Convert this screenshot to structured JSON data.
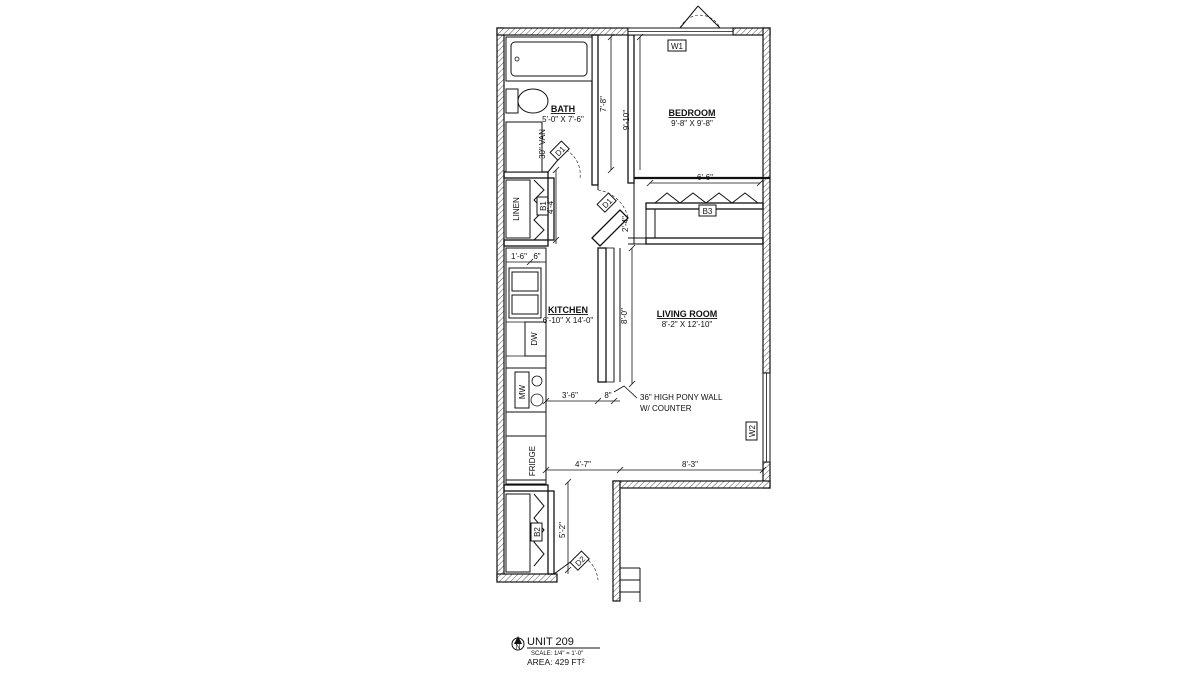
{
  "rooms": {
    "bath": {
      "label": "BATH",
      "size": "5'-0\" X 7'-6\""
    },
    "bedroom": {
      "label": "BEDROOM",
      "size": "9'-8\" X 9'-8\""
    },
    "kitchen": {
      "label": "KITCHEN",
      "size": "6'-10\" X 14'-0\""
    },
    "living": {
      "label": "LIVING ROOM",
      "size": "8'-2\" X 12'-10\""
    }
  },
  "fixtures": {
    "linen": "LINEN",
    "vanity": "30\" VAN",
    "dishwasher": "DW",
    "microwave": "MW",
    "fridge": "FRIDGE"
  },
  "tags": {
    "w1": "W1",
    "w2": "W2",
    "d1a": "D1",
    "d1b": "D1",
    "d2": "D2",
    "b1": "B1",
    "b2": "B2",
    "b3": "B3"
  },
  "dimensions": {
    "bath_height": "7'-8\"",
    "bedroom_height": "9'-10\"",
    "closet_width": "6'-6\"",
    "hall_gap": "2'-4\"",
    "linen_height": "4'-4\"",
    "sink_left": "1'-6\"",
    "sink_right": "6\"",
    "pony_length": "8'-0\"",
    "kitchen_aisle": "3'-6\"",
    "pony_thickness": "8\"",
    "kitchen_bottom": "4'-7\"",
    "living_bottom": "8'-3\"",
    "closet_b2_height": "5'-2\""
  },
  "annotations": {
    "pony_wall_line1": "36\" HIGH PONY WALL",
    "pony_wall_line2": "W/ COUNTER"
  },
  "title_block": {
    "unit": "UNIT 209",
    "scale": "SCALE: 1/4\" = 1'-0\"",
    "area": "AREA: 429 FT²",
    "north_symbol": "N"
  }
}
